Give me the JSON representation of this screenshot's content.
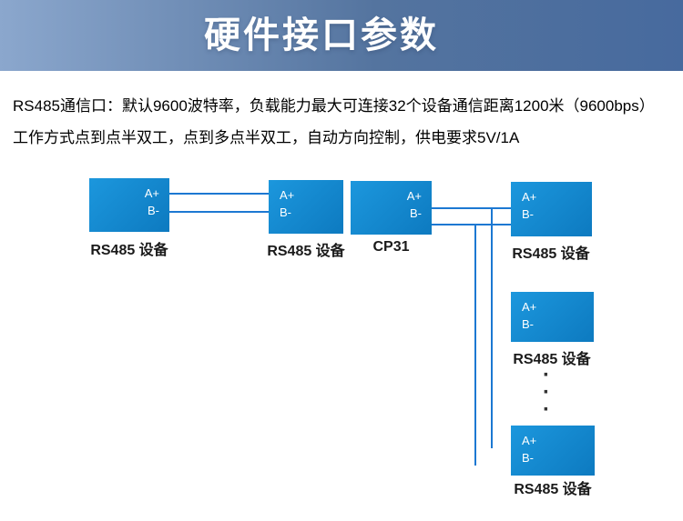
{
  "header": {
    "title": "硬件接口参数",
    "background_left": "#8ba7cd",
    "background_right": "#476a9e"
  },
  "description": {
    "line1": "RS485通信口：默认9600波特率，负载能力最大可连接32个设备通信距离1200米（9600bps）",
    "line2": "工作方式点到点半双工，点到多点半双工，自动方向控制，供电要求5V/1A"
  },
  "diagram": {
    "pin_a": "A+",
    "pin_b": "B-",
    "ellipsis_dot": "·",
    "wire_color": "#1c78d2",
    "box_color": "#1590d8",
    "nodes": [
      {
        "label": "RS485 设备"
      },
      {
        "label": "RS485 设备"
      },
      {
        "label": "CP31"
      },
      {
        "label": "RS485 设备"
      },
      {
        "label": "RS485 设备"
      },
      {
        "label": "RS485 设备"
      }
    ]
  }
}
